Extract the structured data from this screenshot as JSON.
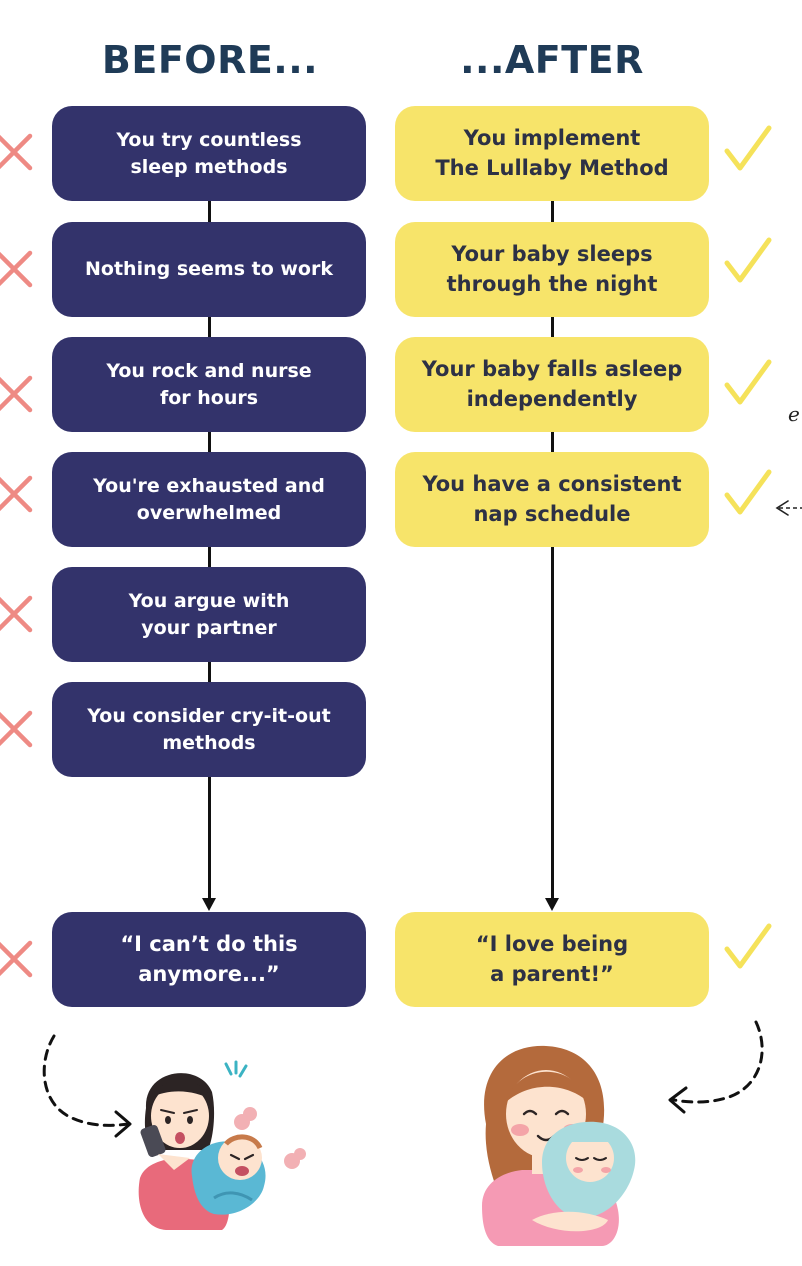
{
  "headings": {
    "before": "BEFORE...",
    "after": "...AFTER"
  },
  "before_items": [
    "You try countless\nsleep methods",
    "Nothing seems to work",
    "You rock and nurse\nfor hours",
    "You're exhausted and\noverwhelmed",
    "You argue with\nyour partner",
    "You consider cry-it-out\nmethods"
  ],
  "after_items": [
    "You implement\nThe Lullaby Method",
    "Your baby sleeps\nthrough the night",
    "Your baby falls asleep\nindependently",
    "You have a consistent\nnap schedule"
  ],
  "before_final": "“I can’t do this\nanymore...”",
  "after_final": "“I love being\na parent!”",
  "cropped_text": "e",
  "colors": {
    "before_box": "#33336b",
    "after_box": "#f7e46a",
    "heading": "#1f3b57",
    "x_mark": "#ee8a84",
    "check_mark": "#f5e25a"
  },
  "icons": {
    "negative": "x-mark-icon",
    "positive": "check-mark-icon"
  },
  "illustrations": {
    "before": "stressed-mother-with-crying-baby",
    "after": "happy-mother-with-sleeping-baby"
  }
}
